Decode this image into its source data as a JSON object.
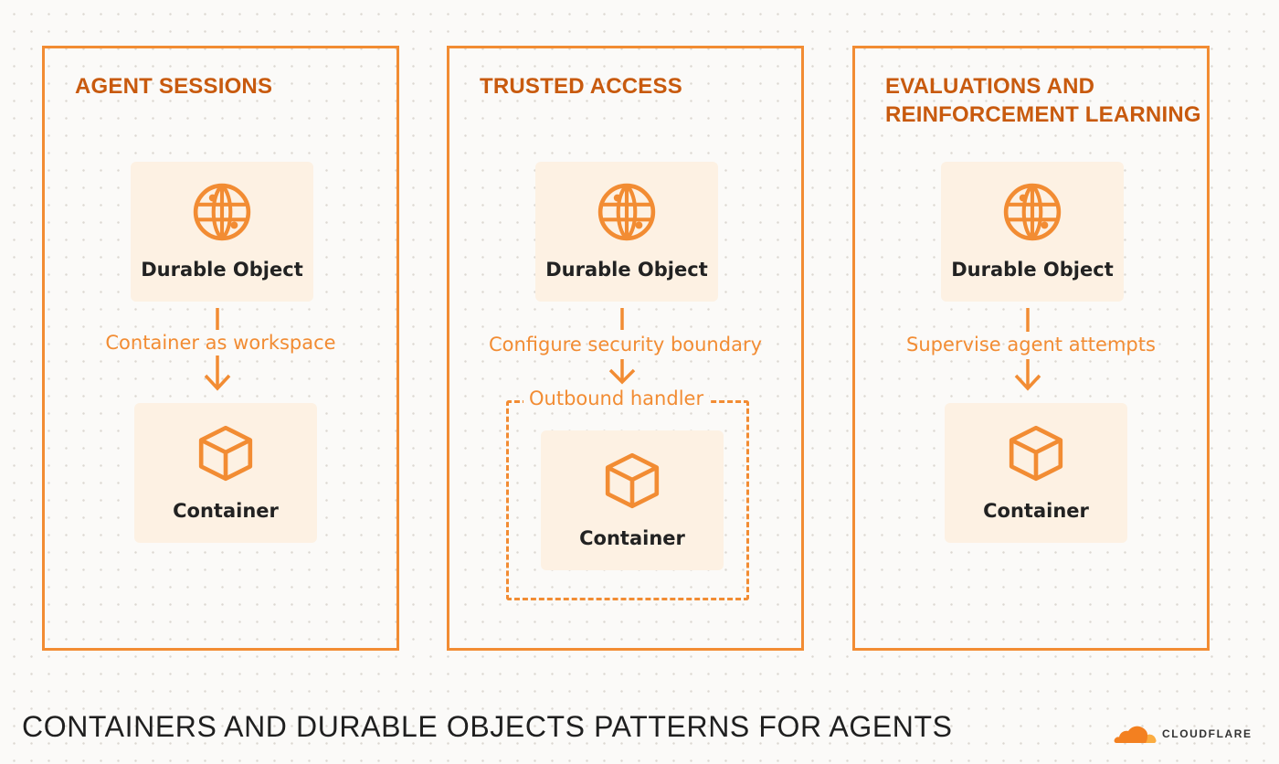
{
  "colors": {
    "accent": "#f28c33",
    "title": "#c85a0e",
    "card_background": "#fdf1e3",
    "text_dark": "#222222",
    "logo_orange": "#f38020"
  },
  "panels": [
    {
      "title_lines": [
        "AGENT SESSIONS"
      ],
      "top_card": {
        "label": "Durable Object",
        "icon": "globe-icon"
      },
      "connector_label": "Container as workspace",
      "bottom_card": {
        "label": "Container",
        "icon": "cube-icon"
      }
    },
    {
      "title_lines": [
        "TRUSTED ACCESS"
      ],
      "top_card": {
        "label": "Durable Object",
        "icon": "globe-icon"
      },
      "connector_label": "Configure security boundary",
      "handler_label": "Outbound handler",
      "bottom_card": {
        "label": "Container",
        "icon": "cube-icon"
      }
    },
    {
      "title_lines": [
        "EVALUATIONS AND",
        "REINFORCEMENT LEARNING"
      ],
      "top_card": {
        "label": "Durable Object",
        "icon": "globe-icon"
      },
      "connector_label": "Supervise agent attempts",
      "bottom_card": {
        "label": "Container",
        "icon": "cube-icon"
      }
    }
  ],
  "footer": {
    "title": "CONTAINERS AND DURABLE OBJECTS PATTERNS FOR AGENTS",
    "logo_text": "CLOUDFLARE"
  }
}
